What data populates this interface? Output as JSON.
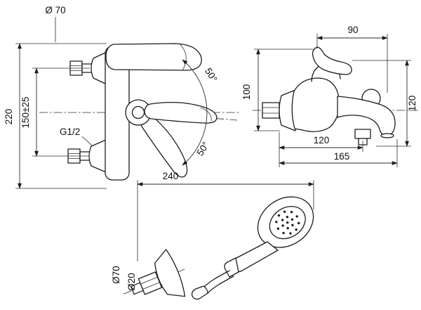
{
  "front_view": {
    "escutcheon_diameter": "Ø 70",
    "overall_length": "220",
    "connection_spacing": "150±25",
    "thread_size": "G1/2",
    "lever_swing_up": "50°",
    "lever_swing_down": "50°"
  },
  "side_view": {
    "top_width": "90",
    "left_height": "100",
    "right_height": "120",
    "wall_to_diverter": "120",
    "wall_to_spout": "165"
  },
  "shower_set": {
    "overall_width": "240",
    "bracket_flange_diameter": "Ø70",
    "pipe_diameter": "Ø20"
  }
}
